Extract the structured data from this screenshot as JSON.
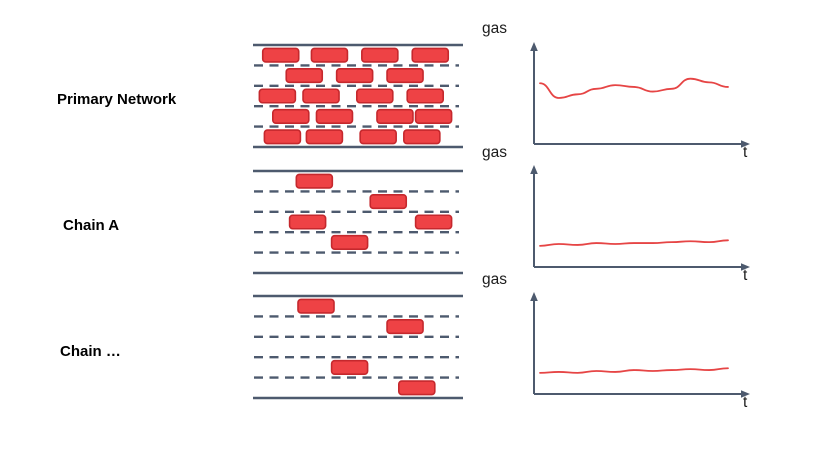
{
  "figure": {
    "rows": [
      {
        "label": "Primary Network",
        "lanes": [
          [
            0.04,
            0.33,
            0.63,
            0.93
          ],
          [
            0.18,
            0.48,
            0.78
          ],
          [
            0.02,
            0.28,
            0.6,
            0.9
          ],
          [
            0.1,
            0.36,
            0.72,
            0.95
          ],
          [
            0.05,
            0.3,
            0.62,
            0.88
          ]
        ],
        "chart": {
          "ylabel": "gas",
          "xlabel": "t"
        }
      },
      {
        "label": "Chain A",
        "lanes": [
          [
            0.24
          ],
          [
            0.68
          ],
          [
            0.2,
            0.95
          ],
          [
            0.45
          ],
          []
        ],
        "chart": {
          "ylabel": "gas",
          "xlabel": "t"
        }
      },
      {
        "label": "Chain …",
        "lanes": [
          [
            0.25
          ],
          [
            0.78
          ],
          [],
          [
            0.45
          ],
          [
            0.85
          ]
        ],
        "chart": {
          "ylabel": "gas",
          "xlabel": "t"
        }
      }
    ]
  },
  "chart_data": [
    {
      "type": "line",
      "title": "Primary Network gas over time",
      "xlabel": "t",
      "ylabel": "gas",
      "x": [
        0,
        0.1,
        0.2,
        0.3,
        0.4,
        0.5,
        0.6,
        0.7,
        0.8,
        0.9,
        1.0
      ],
      "values": [
        66,
        50,
        54,
        60,
        64,
        62,
        57,
        60,
        71,
        67,
        62
      ],
      "ylim": [
        0,
        100
      ],
      "grid": false,
      "legend": "none"
    },
    {
      "type": "line",
      "title": "Chain A gas over time",
      "xlabel": "t",
      "ylabel": "gas",
      "x": [
        0,
        0.1,
        0.2,
        0.3,
        0.4,
        0.5,
        0.6,
        0.7,
        0.8,
        0.9,
        1.0
      ],
      "values": [
        23,
        25,
        24,
        26,
        25,
        26,
        26,
        27,
        28,
        27,
        29
      ],
      "ylim": [
        0,
        100
      ],
      "grid": false,
      "legend": "none"
    },
    {
      "type": "line",
      "title": "Chain … gas over time",
      "xlabel": "t",
      "ylabel": "gas",
      "x": [
        0,
        0.1,
        0.2,
        0.3,
        0.4,
        0.5,
        0.6,
        0.7,
        0.8,
        0.9,
        1.0
      ],
      "values": [
        23,
        24,
        23,
        25,
        24,
        26,
        25,
        26,
        27,
        26,
        28
      ],
      "ylim": [
        0,
        100
      ],
      "grid": false,
      "legend": "none"
    }
  ],
  "colors": {
    "lane_line": "#4d5a6e",
    "block_fill": "#ee4245",
    "block_stroke": "#c5282d",
    "axis": "#4d5a6e",
    "curve": "#e64545"
  }
}
